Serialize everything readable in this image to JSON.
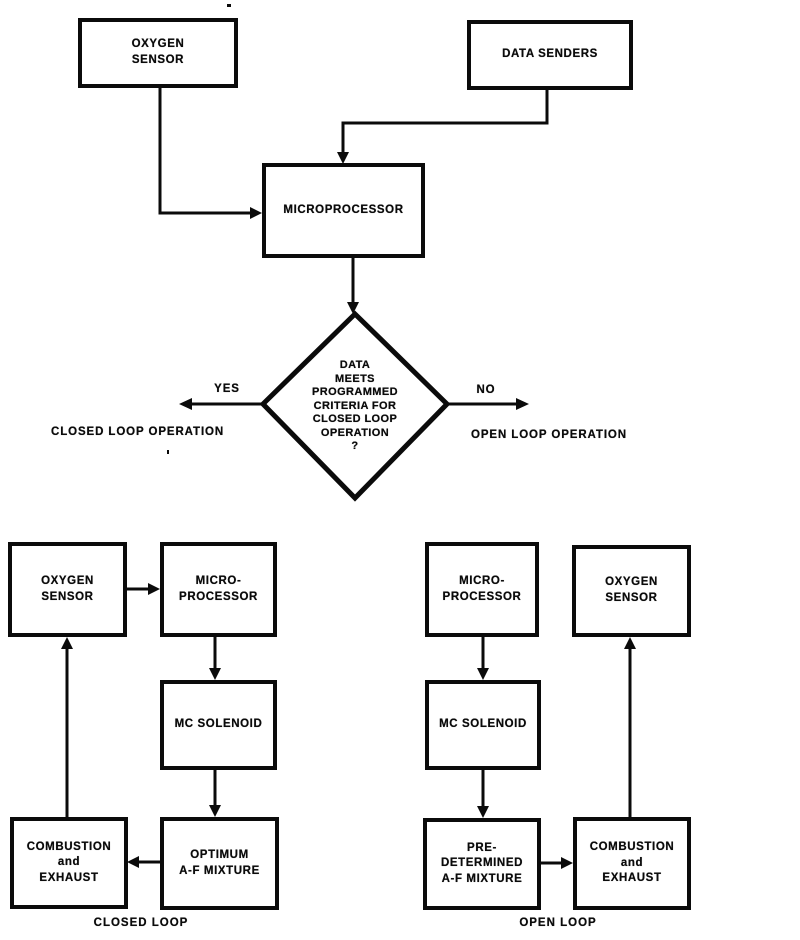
{
  "colors": {
    "ink": "#0b0b0b",
    "paper": "#ffffff"
  },
  "top_flow": {
    "oxygen_sensor": "OXYGEN\nSENSOR",
    "data_senders": "DATA SENDERS",
    "microprocessor": "MICROPROCESSOR",
    "decision": "DATA\nMEETS\nPROGRAMMED\nCRITERIA FOR\nCLOSED LOOP\nOPERATION\n?",
    "yes_label": "YES",
    "no_label": "NO",
    "yes_result": "CLOSED LOOP OPERATION",
    "no_result": "OPEN LOOP OPERATION"
  },
  "closed_loop": {
    "caption": "CLOSED LOOP",
    "oxygen_sensor": "OXYGEN\nSENSOR",
    "microprocessor": "MICRO-\nPROCESSOR",
    "mc_solenoid": "MC SOLENOID",
    "optimum_af_mixture": "OPTIMUM\nA-F MIXTURE",
    "combustion_exhaust": "COMBUSTION\nand\nEXHAUST"
  },
  "open_loop": {
    "caption": "OPEN LOOP",
    "microprocessor": "MICRO-\nPROCESSOR",
    "oxygen_sensor": "OXYGEN\nSENSOR",
    "mc_solenoid": "MC SOLENOID",
    "predetermined_af_mixture": "PRE-\nDETERMINED\nA-F MIXTURE",
    "combustion_exhaust": "COMBUSTION\nand\nEXHAUST"
  }
}
